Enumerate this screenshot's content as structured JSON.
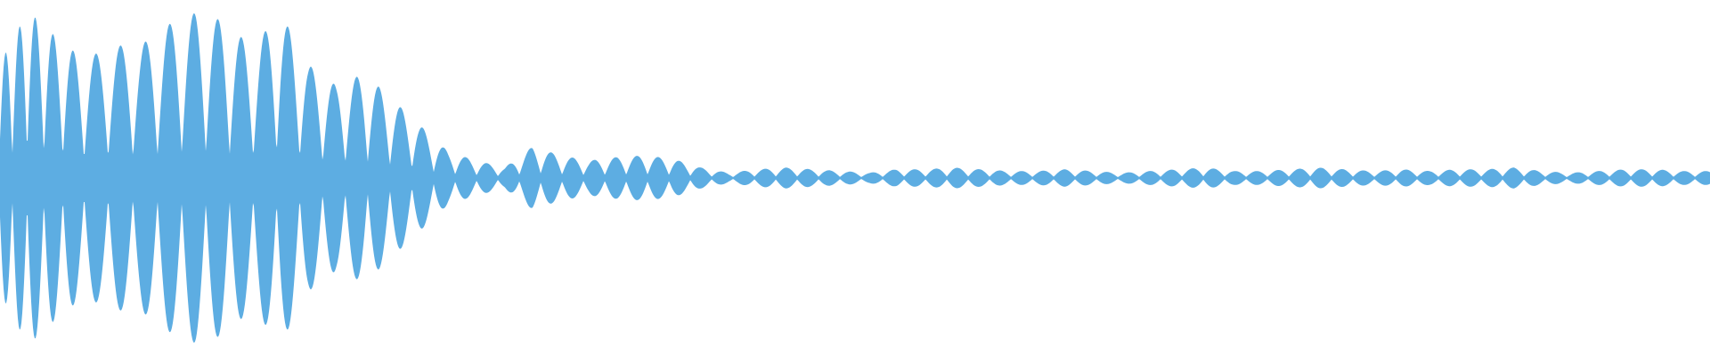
{
  "waveform": {
    "color": "#5dade2",
    "background": "#ffffff",
    "envelope": [
      0.66,
      0.96,
      0.81,
      0.68,
      0.76,
      0.76,
      0.88,
      0.95,
      0.9,
      0.75,
      0.95,
      0.65,
      0.53,
      0.6,
      0.45,
      0.3,
      0.15,
      0.1,
      0.06,
      0.18,
      0.13,
      0.1,
      0.12,
      0.13,
      0.11,
      0.06,
      0.03,
      0.05,
      0.06,
      0.05,
      0.04,
      0.03,
      0.05,
      0.05,
      0.06,
      0.05,
      0.04,
      0.04,
      0.05,
      0.04,
      0.03,
      0.04,
      0.05,
      0.06,
      0.04,
      0.04,
      0.05,
      0.06,
      0.05,
      0.04,
      0.05,
      0.04,
      0.05,
      0.05,
      0.06,
      0.04,
      0.03,
      0.04,
      0.05,
      0.05,
      0.04,
      0.04
    ]
  }
}
